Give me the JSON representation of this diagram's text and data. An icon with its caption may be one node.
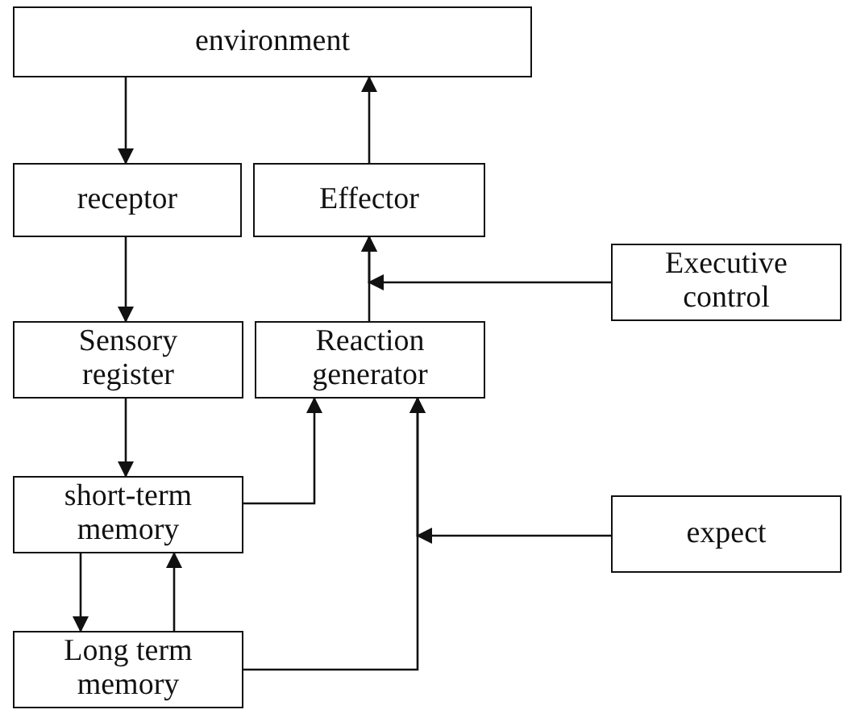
{
  "diagram": {
    "nodes": [
      {
        "text": [
          "environment"
        ]
      },
      {
        "text": [
          "receptor"
        ]
      },
      {
        "text": [
          "Effector"
        ]
      },
      {
        "text": [
          "Sensory register"
        ]
      },
      {
        "text": [
          "Reaction generator"
        ]
      },
      {
        "text": [
          "short-term memory"
        ]
      },
      {
        "text": [
          "Long term memory"
        ]
      },
      {
        "text": [
          "Executive control"
        ]
      },
      {
        "text": [
          "expect"
        ]
      }
    ],
    "edges": [
      {
        "from": 0,
        "to": 1,
        "arrow": "to"
      },
      {
        "from": 2,
        "to": 0,
        "arrow": "to"
      },
      {
        "from": 1,
        "to": 3,
        "arrow": "to"
      },
      {
        "from": 4,
        "to": 2,
        "arrow": "to"
      },
      {
        "from": 7,
        "to": 2,
        "arrow": "to"
      },
      {
        "from": 3,
        "to": 5,
        "arrow": "to"
      },
      {
        "from": 5,
        "to": 4,
        "arrow": "to"
      },
      {
        "from": 5,
        "to": 6,
        "arrow": "to"
      },
      {
        "from": 6,
        "to": 5,
        "arrow": "to"
      },
      {
        "from": 6,
        "to": 4,
        "arrow": "to"
      },
      {
        "from": 8,
        "to": 4,
        "arrow": "to"
      }
    ]
  }
}
